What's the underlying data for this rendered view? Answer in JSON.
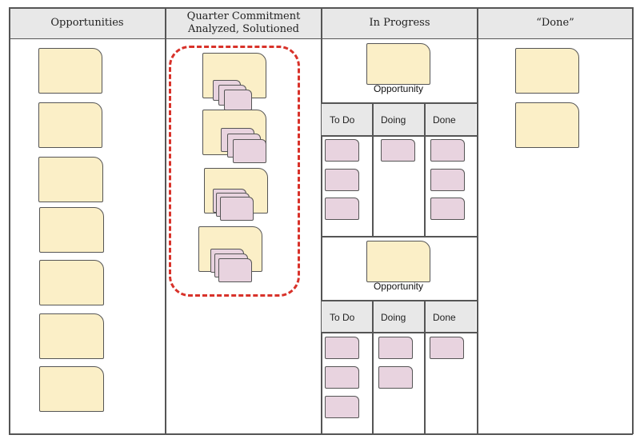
{
  "columns": {
    "opportunities": "Opportunities",
    "committed": "Quarter Commitment Analyzed, Solutioned",
    "in_progress": "In Progress",
    "done": "“Done”"
  },
  "in_progress": {
    "opportunity_1": "Opportunity",
    "opportunity_2": "Opportunity",
    "sub_columns_1": [
      "To Do",
      "Doing",
      "Done"
    ],
    "sub_columns_2": [
      "To Do",
      "Doing",
      "Done"
    ]
  },
  "colors": {
    "opportunity_card": "#fbefc7",
    "task_card": "#e8d3df",
    "header": "#e8e8e8",
    "commitment_outline": "#d8322a"
  }
}
